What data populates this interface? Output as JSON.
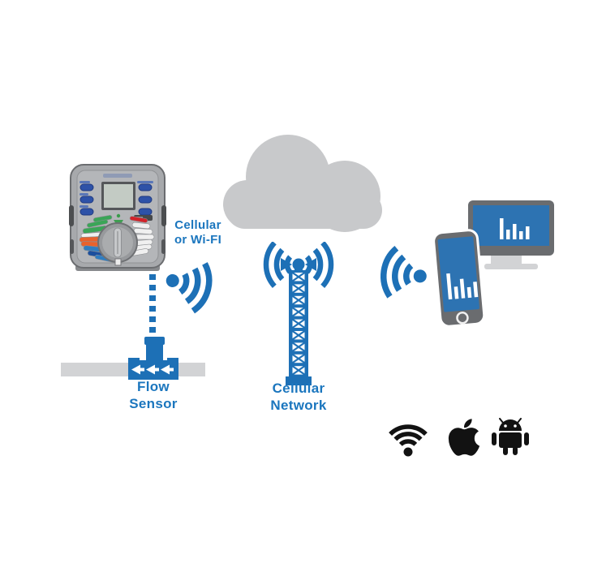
{
  "diagram": {
    "type": "connectivity-illustration",
    "labels": {
      "wifi_link_line1": "Cellular",
      "wifi_link_line2": "or Wi-FI",
      "flow_sensor_line1": "Flow",
      "flow_sensor_line2": "Sensor",
      "cellular_network_line1": "Cellular",
      "cellular_network_line2": "Network"
    },
    "colors": {
      "accent_blue": "#1d70b6",
      "label_blue": "#1b76be",
      "screen_blue": "#2d73b2",
      "device_gray": "#6a6c6f",
      "cloud_gray": "#c8c9cb",
      "pipe_gray": "#d2d3d5",
      "icon_black": "#121212",
      "controller_body_gray": "#a7a9ac"
    },
    "icons": {
      "controller": "irrigation-controller",
      "left_wifi": "wifi-signal-icon",
      "right_wifi": "wifi-signal-icon",
      "cloud": "cloud-icon",
      "tower": "cellular-tower-icon",
      "monitor": "desktop-monitor-icon",
      "phone": "smartphone-icon",
      "flow_sensor": "flow-sensor-icon",
      "platform_wifi": "wifi-icon",
      "platform_apple": "apple-icon",
      "platform_android": "android-icon"
    }
  }
}
